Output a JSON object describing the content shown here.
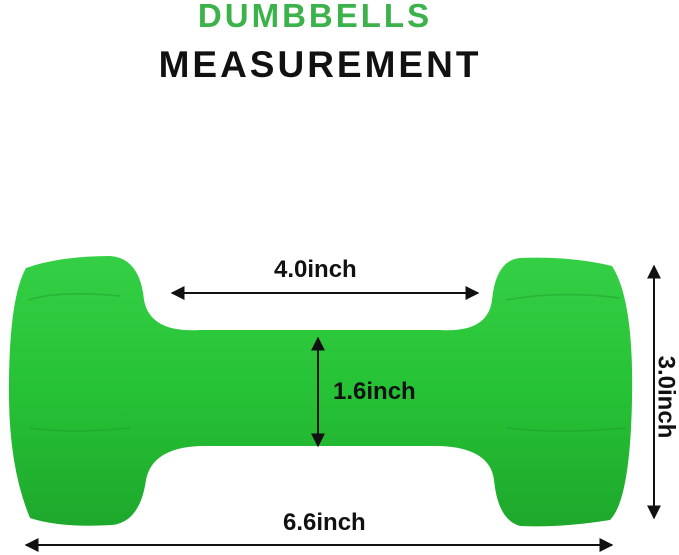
{
  "title": {
    "line1": "DUMBBELLS",
    "line2": "MEASUREMENT"
  },
  "dimensions": {
    "handle_length": "4.0inch",
    "handle_diameter": "1.6inch",
    "total_length": "6.6inch",
    "head_height": "3.0inch"
  },
  "colors": {
    "accent_green": "#3cb24a",
    "dumbbell_green": "#27c236",
    "text_dark": "#111111"
  }
}
